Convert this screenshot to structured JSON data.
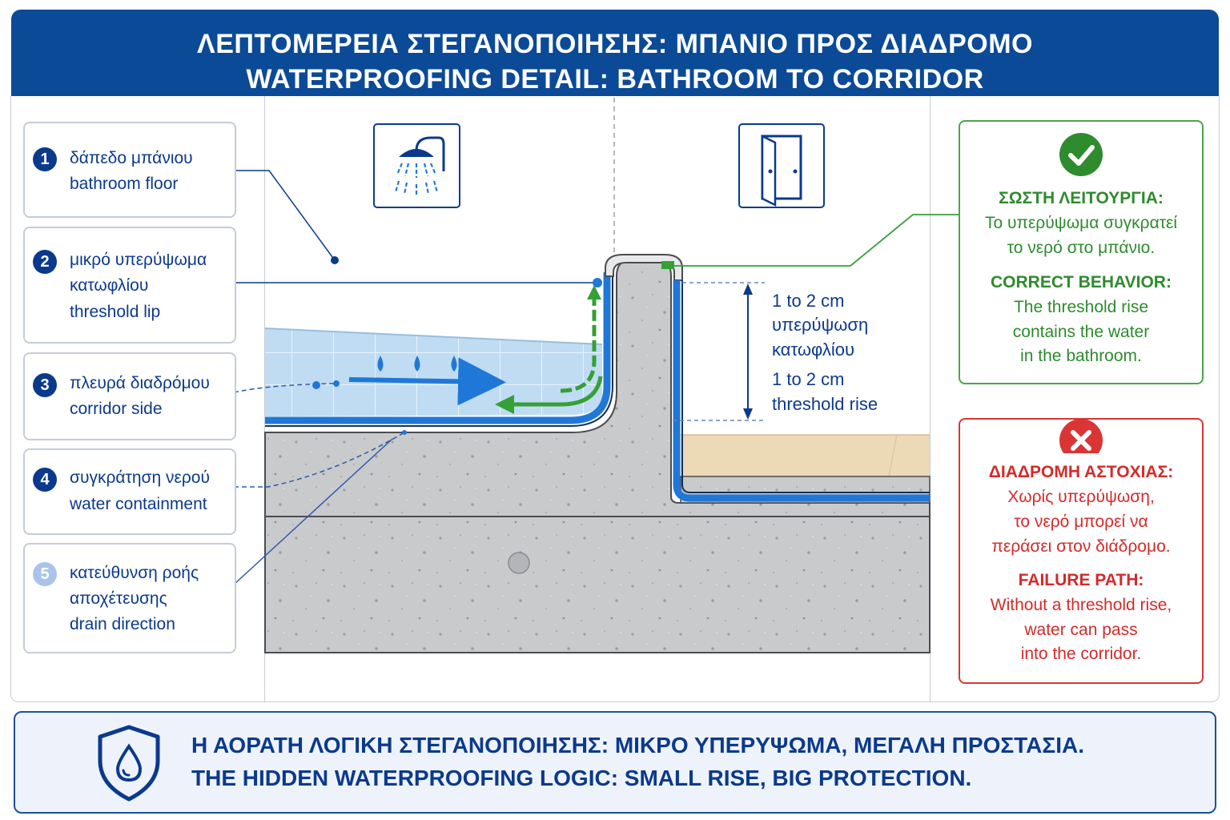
{
  "header": {
    "title_el": "ΛΕΠΤΟΜΕΡΕΙΑ ΣΤΕΓΑΝΟΠΟΙΗΣΗΣ: ΜΠΑΝΙΟ ΠΡΟΣ ΔΙΑΔΡΟΜΟ",
    "title_en": "WATERPROOFING DETAIL: BATHROOM TO CORRIDOR"
  },
  "legend": [
    {
      "num": "1",
      "lines": [
        "δάπεδο μπάνιου",
        "bathroom floor"
      ]
    },
    {
      "num": "2",
      "lines": [
        "μικρό υπερύψωμα",
        "κατωφλίου",
        "threshold lip"
      ]
    },
    {
      "num": "3",
      "lines": [
        "πλευρά διαδρόμου",
        "corridor side"
      ]
    },
    {
      "num": "4",
      "lines": [
        "συγκράτηση νερού",
        "water containment"
      ]
    },
    {
      "num": "5",
      "lines": [
        "κατεύθυνση ροής",
        "αποχέτευσης",
        "drain direction"
      ]
    }
  ],
  "icons": {
    "bathroom": "shower-icon",
    "corridor": "door-icon",
    "ok": "checkmark-icon",
    "fail": "cross-icon",
    "footer": "shield-water-drop-icon"
  },
  "rise": {
    "el_line1": "1 to 2 cm",
    "el_line2": "υπερύψωση",
    "el_line3": "κατωφλίου",
    "en_line1": "1 to 2 cm",
    "en_line2": "threshold rise"
  },
  "correct": {
    "title_el": "ΣΩΣΤΗ ΛΕΙΤΟΥΡΓΙΑ:",
    "lines_el": [
      "Το υπερύψωμα συγκρατεί",
      "το νερό στο μπάνιο."
    ],
    "title_en": "CORRECT BEHAVIOR:",
    "lines_en": [
      "The threshold rise",
      "contains the water",
      "in the bathroom."
    ]
  },
  "failure": {
    "title_el": "ΔΙΑΔΡΟΜΗ ΑΣΤΟΧΙΑΣ:",
    "lines_el": [
      "Χωρίς υπερύψωση,",
      "το νερό μπορεί να",
      "περάσει στον διάδρομο."
    ],
    "title_en": "FAILURE PATH:",
    "lines_en": [
      "Without a threshold rise,",
      "water can pass",
      "into the corridor."
    ]
  },
  "footer": {
    "line_el": "Η ΑΟΡΑΤΗ ΛΟΓΙΚΗ ΣΤΕΓΑΝΟΠΟΙΗΣΗΣ: ΜΙΚΡΟ ΥΠΕΡΥΨΩΜΑ, ΜΕΓΑΛΗ ΠΡΟΣΤΑΣΙΑ.",
    "line_en": "THE HIDDEN WATERPROOFING LOGIC: SMALL RISE, BIG PROTECTION."
  },
  "colors": {
    "brand": "#0b4a96",
    "membrane": "#1f78d8",
    "ok": "#2e8b2e",
    "fail": "#d42a2a",
    "concrete": "#c9cacc"
  }
}
